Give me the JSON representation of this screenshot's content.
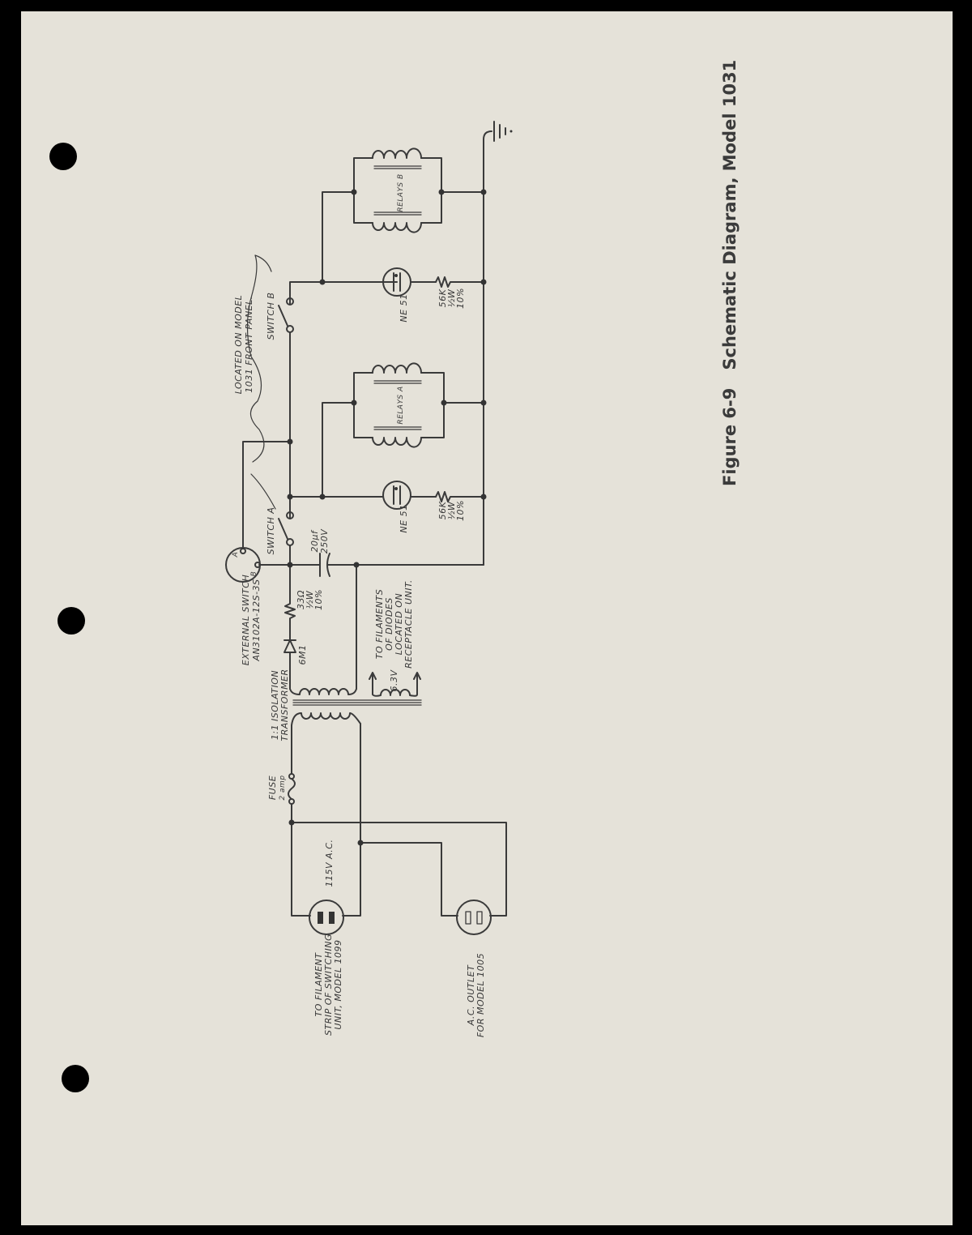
{
  "figure": {
    "number": "Figure 6-9",
    "title": "Schematic Diagram, Model 1031"
  },
  "labels": {
    "located_1": "LOCATED ON MODEL",
    "located_2": "1031 FRONT PANEL.",
    "switch_b": "SWITCH B",
    "switch_a": "SWITCH A",
    "ext_switch_1": "EXTERNAL SWITCH",
    "ext_switch_2": "AN3102A-12S-3S",
    "ext_pin_a": "A",
    "ext_pin_b": "B",
    "cap_1": "20µf",
    "cap_2": "250V",
    "res33_1": "33Ω",
    "res33_2": "½W",
    "res33_3": "10%",
    "diode": "6M1",
    "xfmr_1": "1:1 ISOLATION",
    "xfmr_2": "TRANSFORMER",
    "sec_v": "6.3V",
    "fil_1": "TO FILAMENTS",
    "fil_2": "OF DIODES",
    "fil_3": "LOCATED ON",
    "fil_4": "RECEPTACLE UNIT.",
    "ne_a": "NE 51",
    "ne_b": "NE 51",
    "res56a_1": "56K",
    "res56a_2": "½W",
    "res56a_3": "10%",
    "res56b_1": "56K",
    "res56b_2": "½W",
    "res56b_3": "10%",
    "relays_a": "RELAYS A",
    "relays_b": "RELAYS B",
    "fuse_1": "FUSE",
    "fuse_2": "2 amp",
    "ac115": "115V A.C.",
    "sock_1": "TO FILAMENT",
    "sock_2": "STRIP OF SWITCHING",
    "sock_3": "UNIT, MODEL 1099",
    "outlet_1": "A.C. OUTLET",
    "outlet_2": "FOR MODEL 1005"
  },
  "colors": {
    "paper": "#e5e2d9",
    "ink": "#3a3a3a"
  }
}
